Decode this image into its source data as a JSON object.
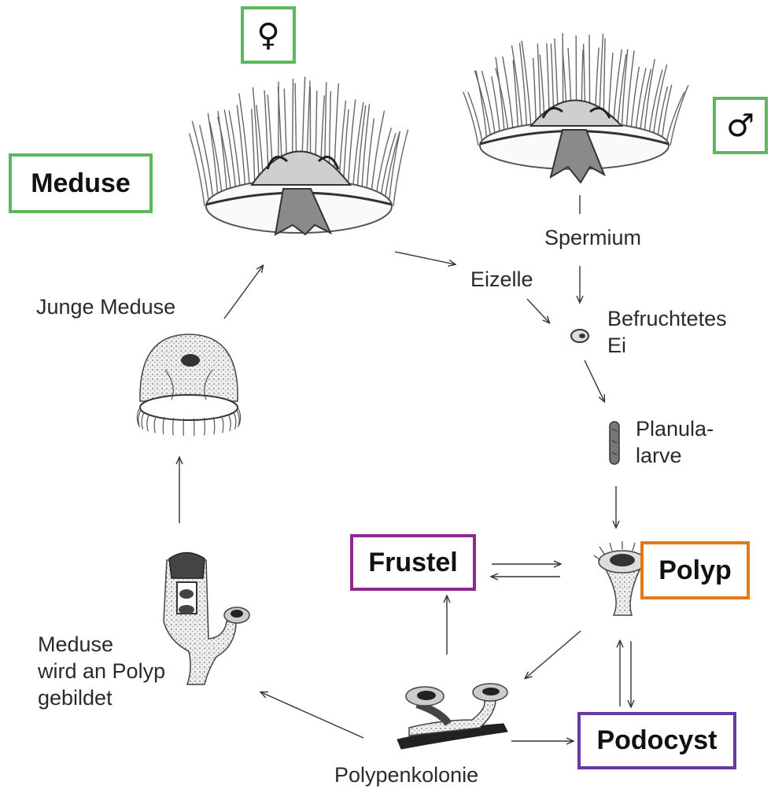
{
  "labels": {
    "meduse": "Meduse",
    "female_symbol": "♀",
    "male_symbol": "♂",
    "spermium": "Spermium",
    "eizelle": "Eizelle",
    "befruchtetes_ei": "Befruchtetes\nEi",
    "planula_larve": "Planula-\nlarve",
    "polyp": "Polyp",
    "frustel": "Frustel",
    "podocyst": "Podocyst",
    "polypenkolonie": "Polypenkolonie",
    "meduse_an_polyp": "Meduse\nwird an Polyp\ngebildet",
    "junge_meduse": "Junge Meduse"
  },
  "colors": {
    "meduse_box": "#5cb85c",
    "sex_box": "#5cb85c",
    "frustel_box": "#8e2a8e",
    "podocyst_box": "#6a3aa2",
    "polyp_box": "#e07b1a"
  },
  "icons": {
    "female": "female-symbol-icon",
    "male": "male-symbol-icon"
  }
}
